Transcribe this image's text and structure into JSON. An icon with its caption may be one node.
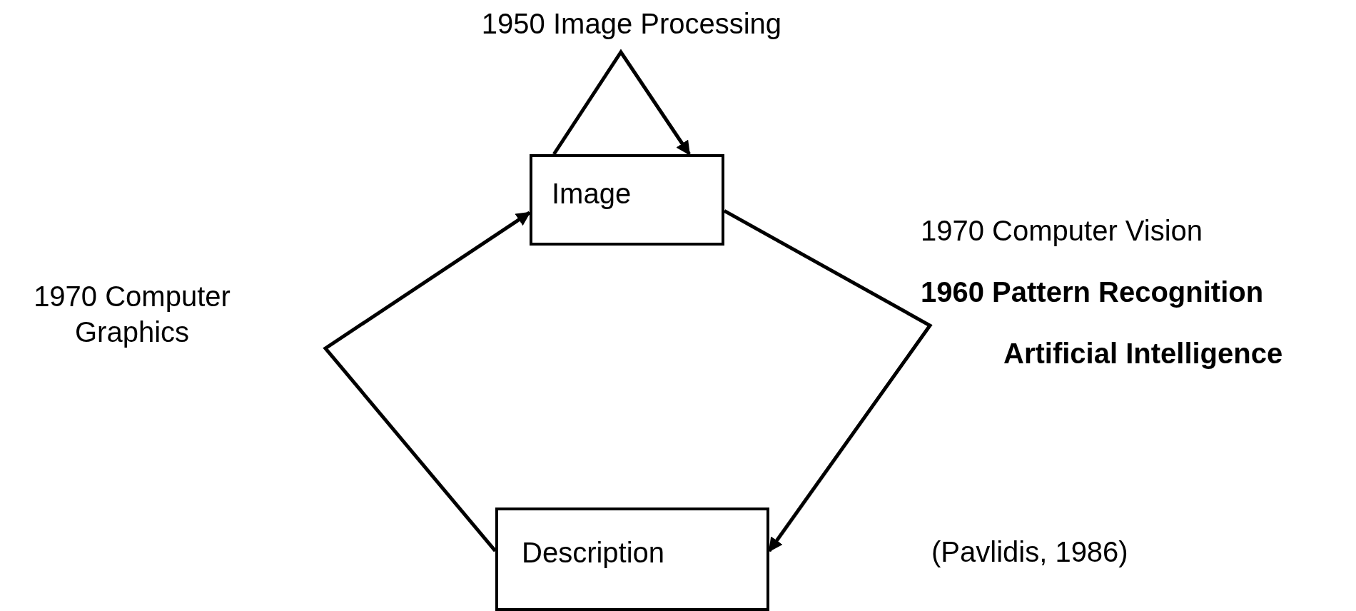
{
  "diagram": {
    "nodes": [
      {
        "text": [
          "Image"
        ]
      },
      {
        "text": [
          "Description"
        ]
      }
    ],
    "edges": [
      {
        "from": 0,
        "to": 0,
        "arrow": "to"
      },
      {
        "from": 1,
        "to": 0,
        "arrow": "to"
      },
      {
        "from": 0,
        "to": 1,
        "arrow": "to"
      }
    ],
    "labels": [
      "1950 Image Processing",
      "1970 Computer Graphics",
      "1970 Computer Vision",
      "1960 Pattern Recognition",
      "Artificial Intelligence",
      "(Pavlidis, 1986)"
    ]
  }
}
